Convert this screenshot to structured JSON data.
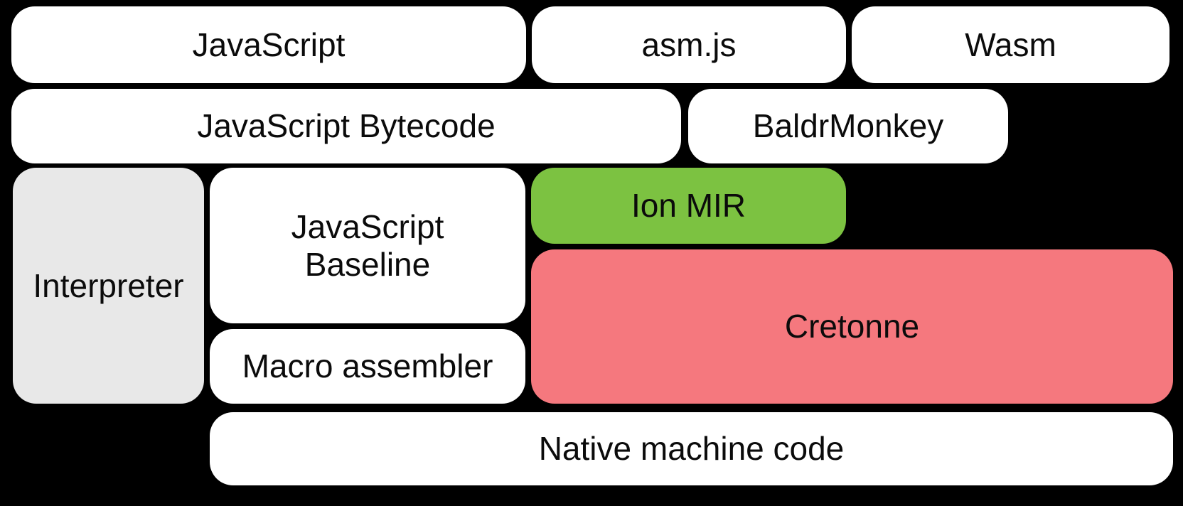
{
  "diagram": {
    "colors": {
      "background": "#000000",
      "box_default": "#ffffff",
      "interpreter_gray": "#e8e8e8",
      "ion_mir_green": "#7cc241",
      "cretonne_pink": "#f5787e",
      "text": "#0b0b0b"
    },
    "boxes": {
      "javascript": {
        "label": "JavaScript"
      },
      "asmjs": {
        "label": "asm.js"
      },
      "wasm": {
        "label": "Wasm"
      },
      "javascript_bytecode": {
        "label": "JavaScript Bytecode"
      },
      "baldrmonkey": {
        "label": "BaldrMonkey"
      },
      "interpreter": {
        "label": "Interpreter"
      },
      "javascript_baseline": {
        "label": "JavaScript Baseline"
      },
      "ion_mir": {
        "label": "Ion MIR"
      },
      "cretonne": {
        "label": "Cretonne"
      },
      "macro_assembler": {
        "label": "Macro assembler"
      },
      "native_machine_code": {
        "label": "Native machine code"
      }
    }
  }
}
